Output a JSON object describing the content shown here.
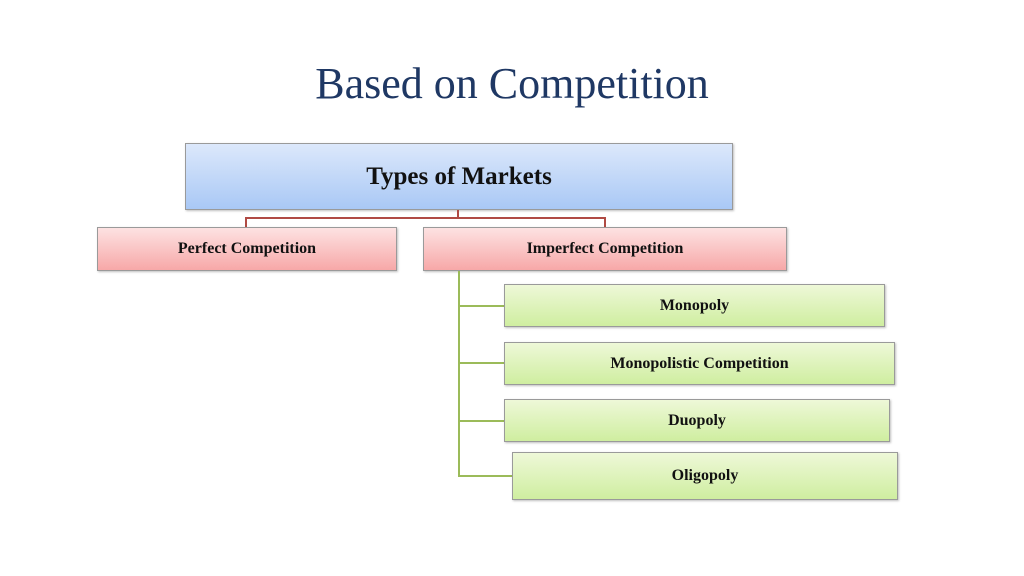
{
  "title": "Based on Competition",
  "root": "Types of Markets",
  "categories": [
    "Perfect Competition",
    "Imperfect Competition"
  ],
  "imperfect_types": [
    "Monopoly",
    "Monopolistic Competition",
    "Duopoly",
    "Oligopoly"
  ],
  "colors": {
    "title": "#1f3864",
    "root": "#a9c8f5",
    "category": "#f7a8a8",
    "type": "#cfeea0"
  }
}
